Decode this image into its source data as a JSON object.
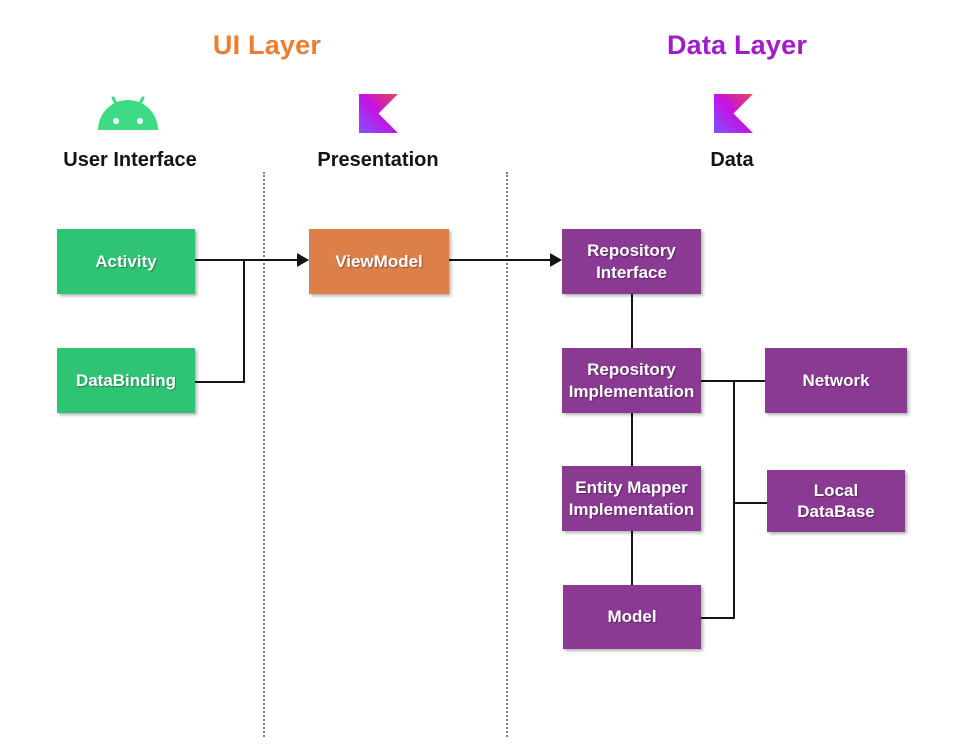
{
  "titles": {
    "ui_layer": "UI Layer",
    "data_layer": "Data Layer"
  },
  "columns": {
    "user_interface": {
      "label": "User Interface",
      "icon": "android-icon"
    },
    "presentation": {
      "label": "Presentation",
      "icon": "kotlin-icon"
    },
    "data": {
      "label": "Data",
      "icon": "kotlin-icon"
    }
  },
  "nodes": {
    "activity": {
      "label": "Activity"
    },
    "databinding": {
      "label": "DataBinding"
    },
    "viewmodel": {
      "label": "ViewModel"
    },
    "repository_interface": {
      "line1": "Repository",
      "line2": "Interface"
    },
    "repository_implementation": {
      "line1": "Repository",
      "line2": "Implementation"
    },
    "entity_mapper": {
      "line1": "Entity Mapper",
      "line2": "Implementation"
    },
    "model": {
      "label": "Model"
    },
    "network": {
      "label": "Network"
    },
    "local_database": {
      "line1": "Local",
      "line2": "DataBase"
    }
  },
  "colors": {
    "ui_title": "#ED7D31",
    "data_title": "#A01EC6",
    "green_box": "#2FC473",
    "orange_box": "#DD7F48",
    "purple_box": "#8B3A93",
    "android_green": "#3DDC84",
    "kotlin_gradient": [
      "#E44857",
      "#C711E1",
      "#7F52FF"
    ],
    "connector": "#141414"
  }
}
